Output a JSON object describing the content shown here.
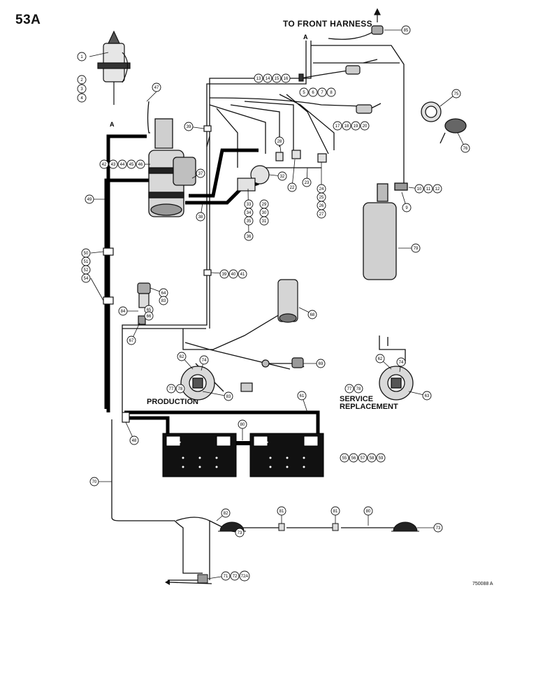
{
  "page_number": "53A",
  "header_label": "TO FRONT HARNESS",
  "harness_letter": "A",
  "captions": {
    "production": "PRODUCTION",
    "service_replacement_line1": "SERVICE",
    "service_replacement_line2": "REPLACEMENT"
  },
  "drawing_code": "750088 A",
  "battery_symbols": {
    "minus": "−",
    "plus": "+"
  },
  "callouts": [
    "1",
    "2",
    "3",
    "4",
    "5",
    "6",
    "7",
    "8",
    "9",
    "10",
    "11",
    "12",
    "13",
    "14",
    "15",
    "16",
    "17",
    "18",
    "19",
    "20",
    "22",
    "23",
    "24",
    "25",
    "26",
    "27",
    "28",
    "29",
    "30",
    "31",
    "32",
    "33",
    "34",
    "35",
    "36",
    "37",
    "38",
    "39",
    "40",
    "41",
    "42",
    "43",
    "44",
    "45",
    "46",
    "47",
    "48",
    "49",
    "50",
    "51",
    "52",
    "54",
    "55",
    "56",
    "57",
    "58",
    "59",
    "61",
    "62",
    "63",
    "64",
    "65",
    "66",
    "67",
    "68",
    "69",
    "70",
    "71",
    "72",
    "72A",
    "73",
    "74",
    "75",
    "76",
    "77",
    "78",
    "79",
    "80",
    "81",
    "82",
    "83",
    "84",
    "85"
  ],
  "colors": {
    "line": "#111111",
    "cable": "#000000",
    "paper": "#ffffff"
  }
}
